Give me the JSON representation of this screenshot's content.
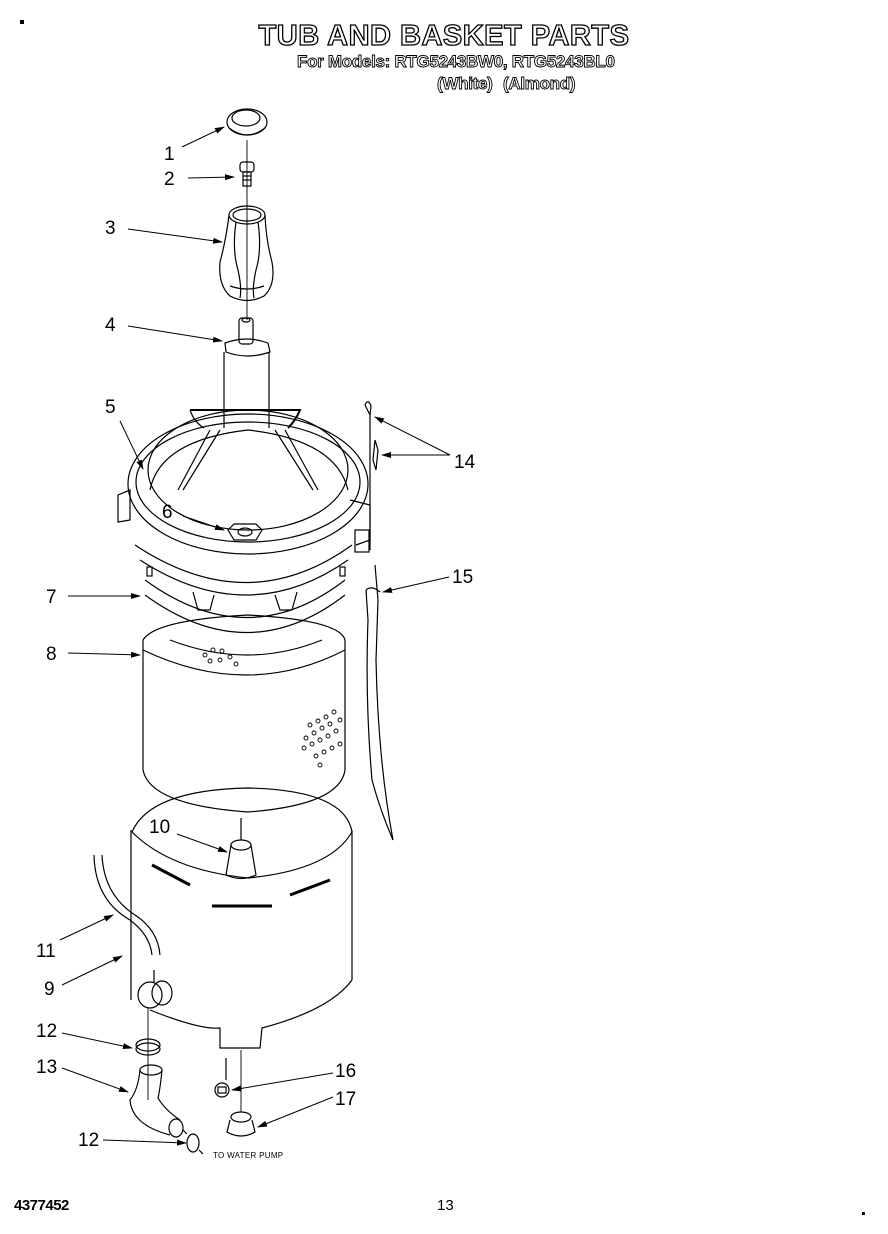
{
  "header": {
    "title": "TUB AND BASKET PARTS",
    "models_line": "For Models: RTG5243BW0, RTG5243BL0",
    "variant_white": "(White)",
    "variant_almond": "(Almond)"
  },
  "callouts": [
    {
      "id": "1",
      "label": "1"
    },
    {
      "id": "2",
      "label": "2"
    },
    {
      "id": "3",
      "label": "3"
    },
    {
      "id": "4",
      "label": "4"
    },
    {
      "id": "5",
      "label": "5"
    },
    {
      "id": "6",
      "label": "6"
    },
    {
      "id": "7",
      "label": "7"
    },
    {
      "id": "8",
      "label": "8"
    },
    {
      "id": "9",
      "label": "9"
    },
    {
      "id": "10",
      "label": "10"
    },
    {
      "id": "11",
      "label": "11"
    },
    {
      "id": "12a",
      "label": "12"
    },
    {
      "id": "13",
      "label": "13"
    },
    {
      "id": "12b",
      "label": "12"
    },
    {
      "id": "14",
      "label": "14"
    },
    {
      "id": "15",
      "label": "15"
    },
    {
      "id": "16",
      "label": "16"
    },
    {
      "id": "17",
      "label": "17"
    }
  ],
  "annotations": {
    "to_water_pump": "TO WATER PUMP"
  },
  "footer": {
    "document_number": "4377452",
    "page_number": "13"
  }
}
